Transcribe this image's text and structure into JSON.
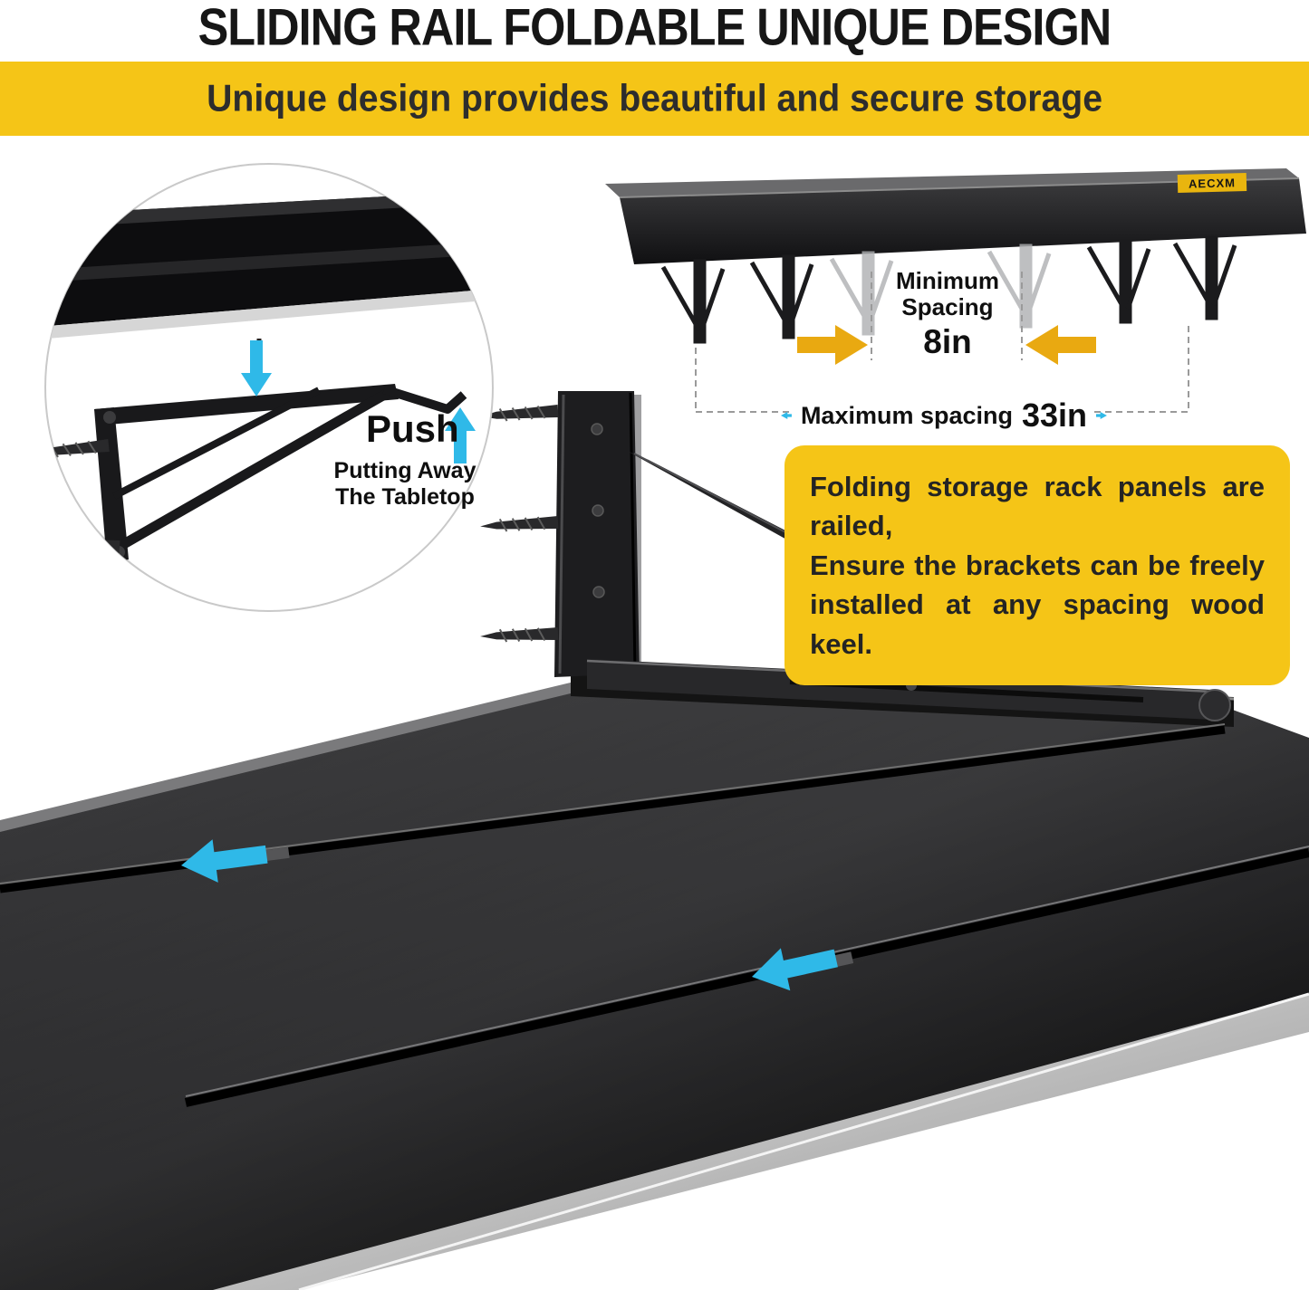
{
  "colors": {
    "accent_yellow": "#F5C517",
    "accent_cyan": "#2FB9E8",
    "arrow_gold": "#E9A911",
    "ink": "#1C1C1C"
  },
  "header": {
    "title": "SLIDING RAIL FOLDABLE UNIQUE DESIGN",
    "banner": "Unique design provides beautiful and secure storage"
  },
  "inset": {
    "push_label": "Push",
    "caption_line1": "Putting Away",
    "caption_line2": "The Tabletop"
  },
  "shelf": {
    "brand": "AECXM"
  },
  "spacing": {
    "min_label": "Minimum Spacing",
    "min_value": "8in",
    "max_label": "Maximum spacing",
    "max_value": "33in"
  },
  "info_box": {
    "line1": "Folding storage rack panels are railed,",
    "line2": "Ensure the brackets can be freely",
    "line3": "installed at any spacing wood keel."
  },
  "icons": {
    "slide_arrows": "cyan-slide-direction",
    "push_arrows": "cyan-push-direction",
    "min_spacing_arrows": "gold-inward",
    "max_spacing_arrows": "cyan-outward"
  }
}
